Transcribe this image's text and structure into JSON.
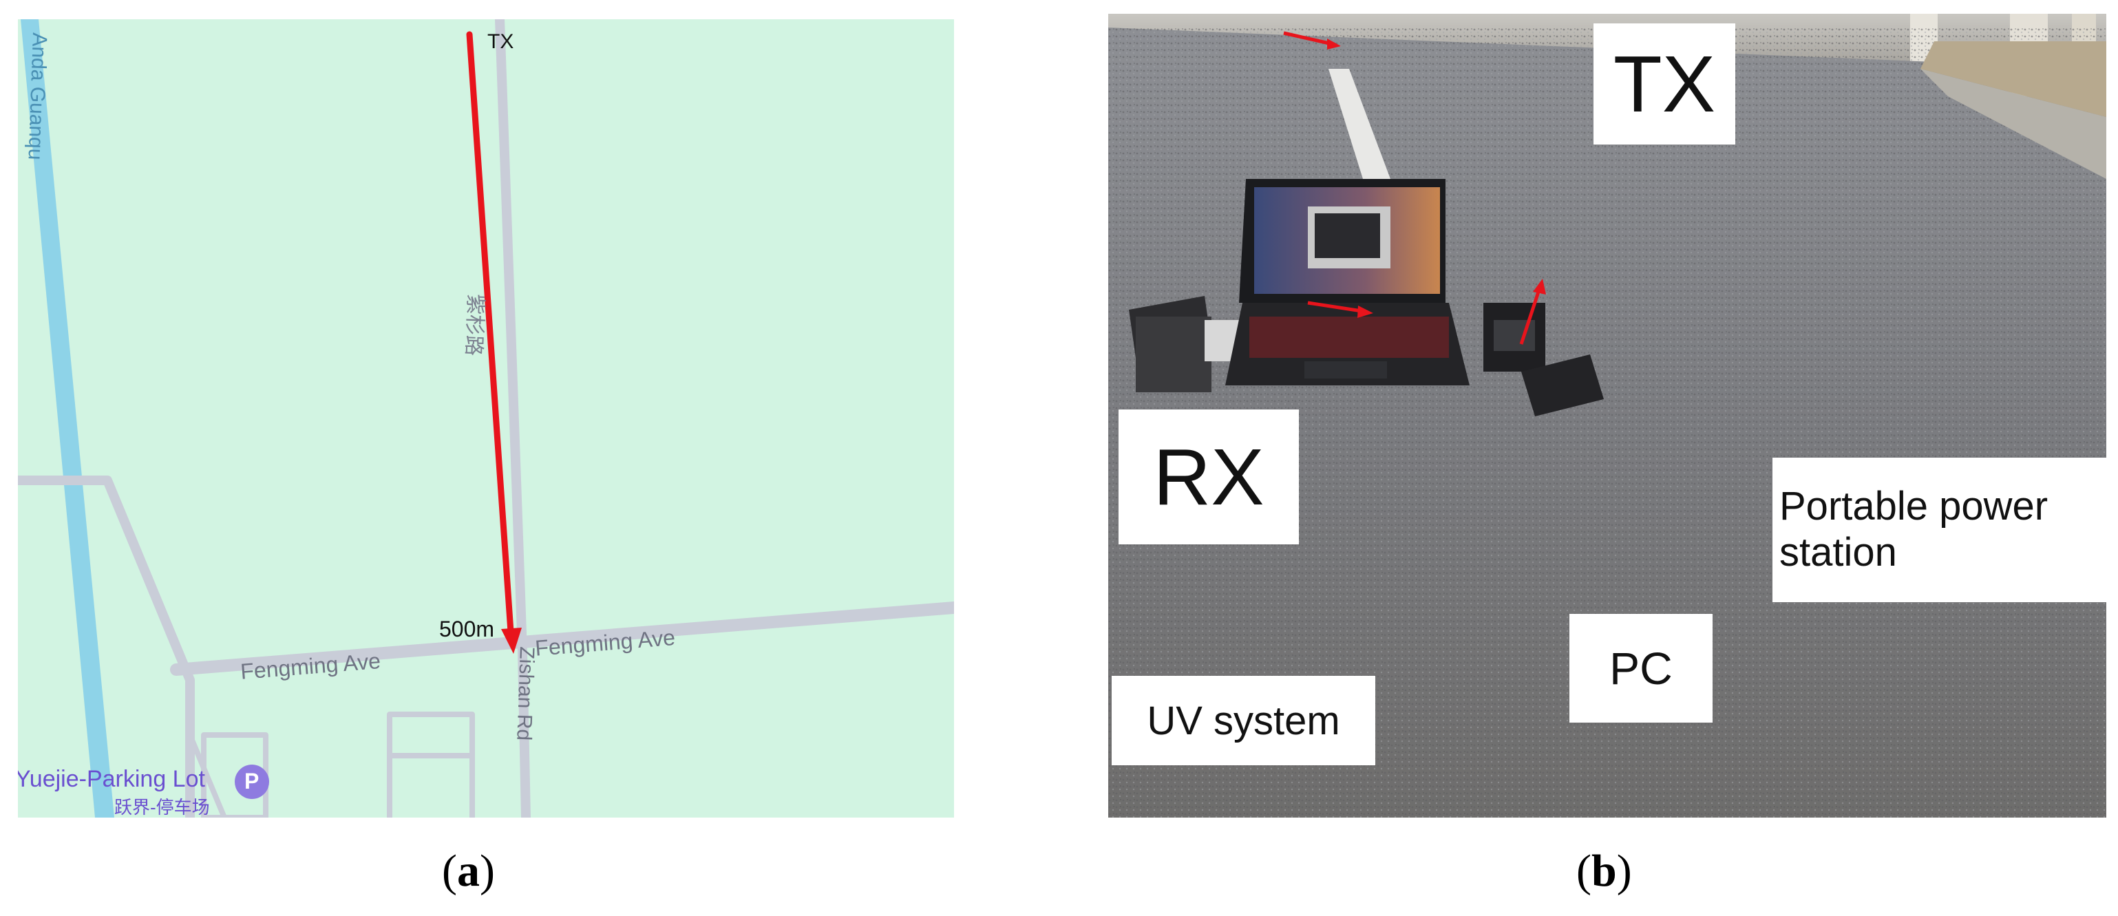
{
  "figure": {
    "panel_a": {
      "caption_open": "(",
      "caption_letter": "a",
      "caption_close": ")",
      "labels": {
        "tx": "TX",
        "distance": "500m",
        "river_name": "Anda Guanqu",
        "road_vertical_cn": "紫杉路",
        "road_east_west_left": "Fengming Ave",
        "road_east_west_right": "Fengming Ave",
        "road_north_south": "Zishan Rd",
        "poi_name": "Yuejie-Parking Lot",
        "poi_name_cn": "跃界-停车场",
        "poi_icon_letter": "P"
      },
      "colors": {
        "map_background": "#d2f4e2",
        "river": "#8ed3e8",
        "road": "#c9cdd8",
        "path_arrow": "#e8141c",
        "poi_pin": "#8e7be0"
      },
      "icons": [
        "parking-pin-icon",
        "arrow-head-icon"
      ]
    },
    "panel_b": {
      "caption_open": "(",
      "caption_letter": "b",
      "caption_close": ")",
      "labels": {
        "tx": "TX",
        "rx": "RX",
        "power_station_line1": "Portable power",
        "power_station_line2": "station",
        "pc": "PC",
        "uv_system": "UV system"
      },
      "colors": {
        "label_background": "#ffffff",
        "pointer_arrow": "#e8141c"
      }
    }
  }
}
